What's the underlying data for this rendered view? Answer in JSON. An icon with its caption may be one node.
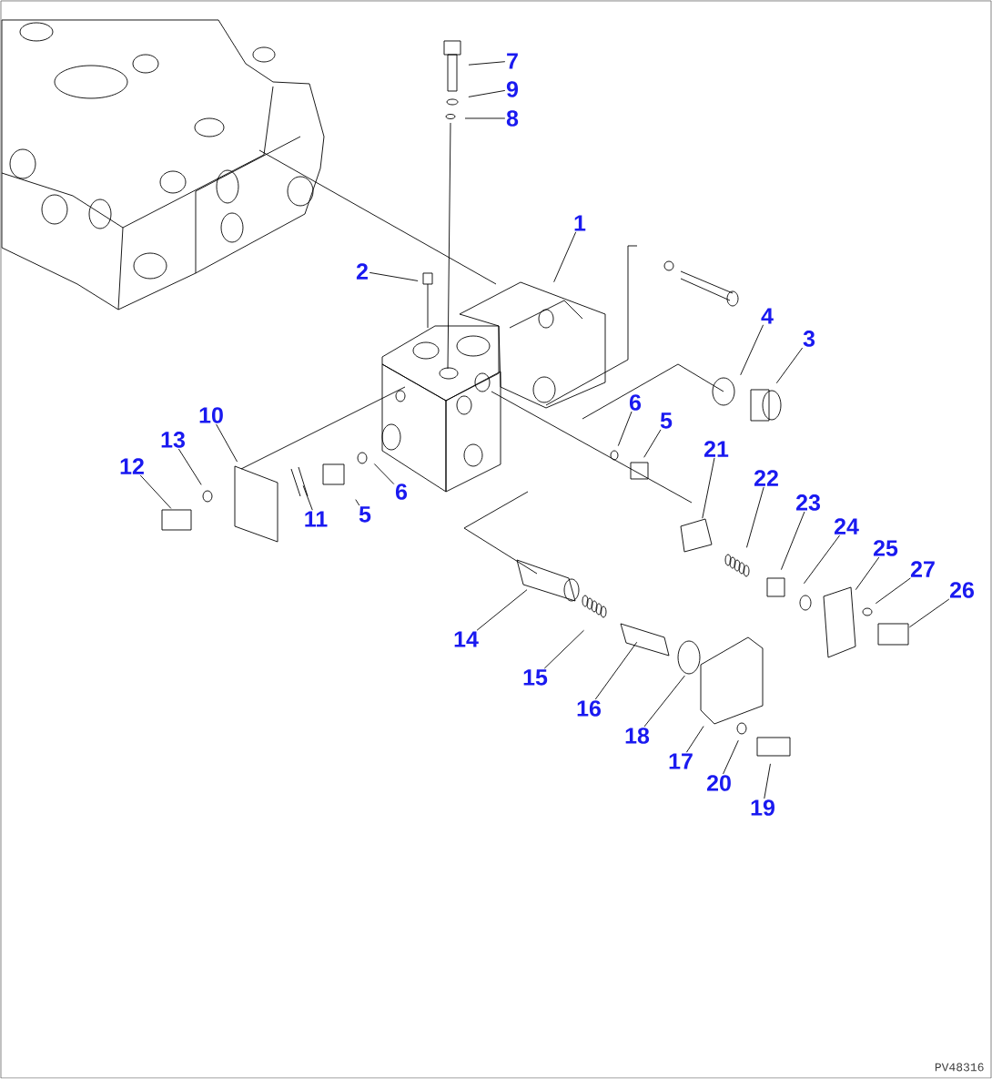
{
  "diagram": {
    "nodes": [
      {
        "text": [
          "7"
        ]
      },
      {
        "text": [
          "9"
        ]
      },
      {
        "text": [
          "8"
        ]
      },
      {
        "text": [
          "1"
        ]
      },
      {
        "text": [
          "2"
        ]
      },
      {
        "text": [
          "4"
        ]
      },
      {
        "text": [
          "3"
        ]
      },
      {
        "text": [
          "6"
        ]
      },
      {
        "text": [
          "5"
        ]
      },
      {
        "text": [
          "10"
        ]
      },
      {
        "text": [
          "13"
        ]
      },
      {
        "text": [
          "21"
        ]
      },
      {
        "text": [
          "12"
        ]
      },
      {
        "text": [
          "22"
        ]
      },
      {
        "text": [
          "6"
        ]
      },
      {
        "text": [
          "23"
        ]
      },
      {
        "text": [
          "5"
        ]
      },
      {
        "text": [
          "11"
        ]
      },
      {
        "text": [
          "24"
        ]
      },
      {
        "text": [
          "25"
        ]
      },
      {
        "text": [
          "27"
        ]
      },
      {
        "text": [
          "26"
        ]
      },
      {
        "text": [
          "14"
        ]
      },
      {
        "text": [
          "15"
        ]
      },
      {
        "text": [
          "16"
        ]
      },
      {
        "text": [
          "18"
        ]
      },
      {
        "text": [
          "17"
        ]
      },
      {
        "text": [
          "20"
        ]
      },
      {
        "text": [
          "19"
        ]
      }
    ],
    "edges": [
      {
        "from": 0,
        "to": null,
        "arrow": "none"
      },
      {
        "from": 1,
        "to": null,
        "arrow": "none"
      },
      {
        "from": 2,
        "to": null,
        "arrow": "none"
      },
      {
        "from": 3,
        "to": null,
        "arrow": "none"
      },
      {
        "from": 4,
        "to": null,
        "arrow": "none"
      },
      {
        "from": 5,
        "to": null,
        "arrow": "none"
      },
      {
        "from": 6,
        "to": null,
        "arrow": "none"
      },
      {
        "from": 7,
        "to": null,
        "arrow": "none"
      },
      {
        "from": 8,
        "to": null,
        "arrow": "none"
      },
      {
        "from": 9,
        "to": null,
        "arrow": "none"
      },
      {
        "from": 10,
        "to": null,
        "arrow": "none"
      },
      {
        "from": 11,
        "to": null,
        "arrow": "none"
      },
      {
        "from": 12,
        "to": null,
        "arrow": "none"
      },
      {
        "from": 13,
        "to": null,
        "arrow": "none"
      },
      {
        "from": 14,
        "to": null,
        "arrow": "none"
      },
      {
        "from": 15,
        "to": null,
        "arrow": "none"
      },
      {
        "from": 16,
        "to": null,
        "arrow": "none"
      },
      {
        "from": 17,
        "to": null,
        "arrow": "none"
      },
      {
        "from": 18,
        "to": null,
        "arrow": "none"
      },
      {
        "from": 19,
        "to": null,
        "arrow": "none"
      },
      {
        "from": 20,
        "to": null,
        "arrow": "none"
      },
      {
        "from": 21,
        "to": null,
        "arrow": "none"
      },
      {
        "from": 22,
        "to": null,
        "arrow": "none"
      },
      {
        "from": 23,
        "to": null,
        "arrow": "none"
      },
      {
        "from": 24,
        "to": null,
        "arrow": "none"
      },
      {
        "from": 25,
        "to": null,
        "arrow": "none"
      },
      {
        "from": 26,
        "to": null,
        "arrow": "none"
      },
      {
        "from": 27,
        "to": null,
        "arrow": "none"
      },
      {
        "from": 28,
        "to": null,
        "arrow": "none"
      }
    ],
    "labels": [
      "PV48316"
    ]
  }
}
